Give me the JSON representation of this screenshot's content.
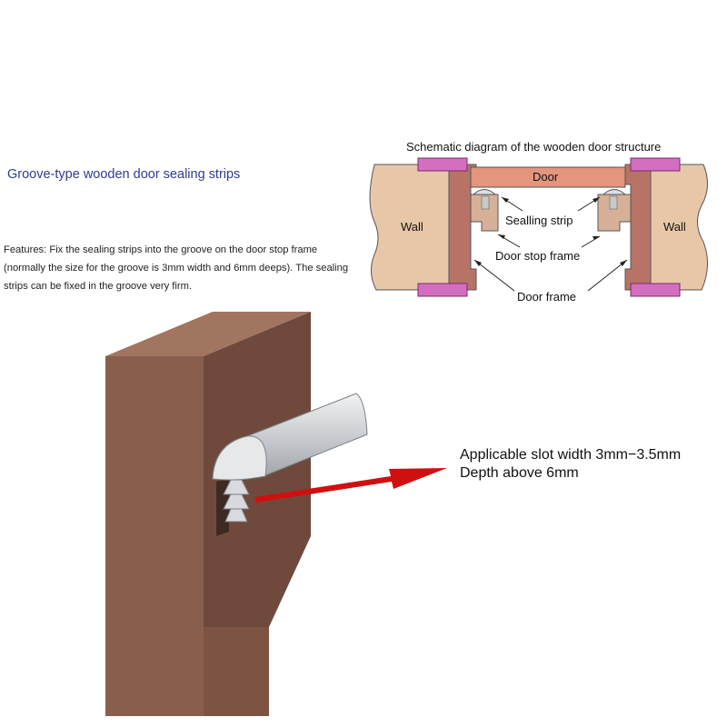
{
  "heading": "Groove-type wooden door sealing strips",
  "features": "Features: Fix the sealing strips into the groove on the door stop frame  (normally the size for the groove is 3mm width and 6mm deeps). The sealing strips can be fixed in the groove very firm.",
  "schematic": {
    "title": "Schematic diagram of the wooden door structure",
    "labels": {
      "door": "Door",
      "wall_left": "Wall",
      "wall_right": "Wall",
      "sealing_strip": "Sealling strip",
      "door_stop_frame": "Door stop frame",
      "door_frame": "Door frame"
    }
  },
  "slot_note": {
    "line1": "Applicable slot width 3mm−3.5mm",
    "line2": "Depth above 6mm"
  },
  "colors": {
    "heading": "#2d3c8f",
    "wall": "#e8c7a8",
    "door": "#e3957e",
    "frame": "#b77466",
    "stop_frame": "#d6b198",
    "trim": "#d36ec0",
    "wood_front": "#8a5e4c",
    "wood_side": "#6f4a3c",
    "arrow": "#d01010"
  }
}
